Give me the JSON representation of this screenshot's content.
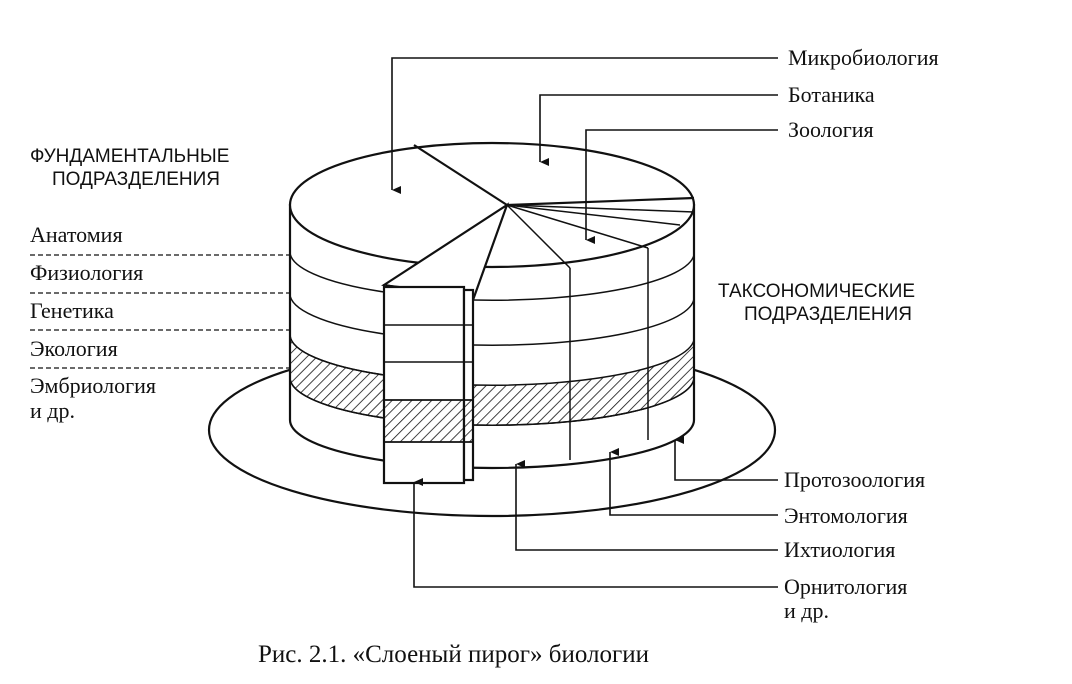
{
  "fundamental": {
    "heading": [
      "ФУНДАМЕНТАЛЬНЫЕ",
      "ПОДРАЗДЕЛЕНИЯ"
    ],
    "items": [
      "Анатомия",
      "Физиология",
      "Генетика",
      "Экология",
      "Эмбриология",
      "и др."
    ]
  },
  "taxonomic": {
    "heading": [
      "ТАКСОНОМИЧЕСКИЕ",
      "ПОДРАЗДЕЛЕНИЯ"
    ],
    "top_items": [
      "Микробиология",
      "Ботаника",
      "Зоология"
    ],
    "bottom_items": [
      "Протозоология",
      "Энтомология",
      "Ихтиология",
      "Орнитология",
      "и др."
    ]
  },
  "caption": "Рис. 2.1. «Слоеный пирог» биологии",
  "colors": {
    "ink": "#111111",
    "paper": "#ffffff"
  }
}
